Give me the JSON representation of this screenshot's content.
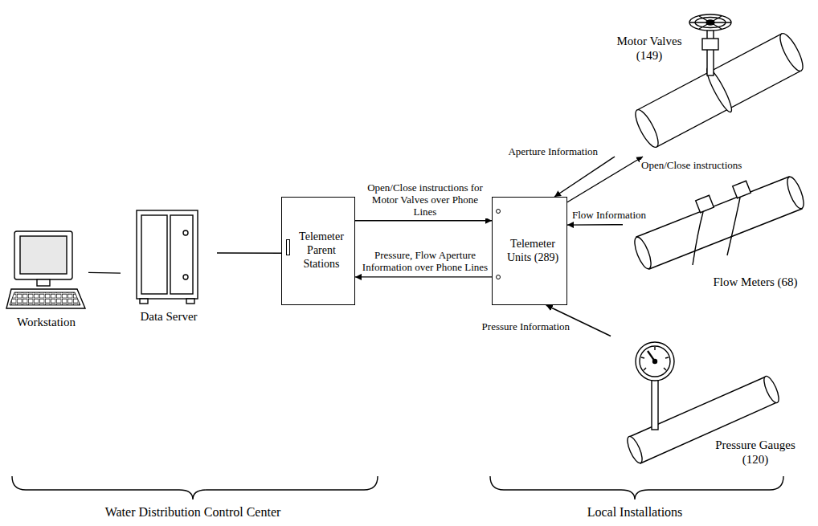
{
  "diagram": {
    "nodes": [
      {
        "text": [
          "Workstation"
        ]
      },
      {
        "text": [
          "Data Server"
        ]
      },
      {
        "text": [
          "Telemeter Parent Stations"
        ]
      },
      {
        "text": [
          "Telemeter Units (289)"
        ]
      },
      {
        "text": [
          "Motor Valves (149)"
        ]
      },
      {
        "text": [
          "Flow Meters (68)"
        ]
      },
      {
        "text": [
          "Pressure Gauges (120)"
        ]
      }
    ],
    "edges": [
      {
        "from": 0,
        "to": 1,
        "arrow": "none"
      },
      {
        "from": 1,
        "to": 2,
        "arrow": "none"
      },
      {
        "from": 2,
        "to": 3,
        "label": "Open/Close instructions for Motor Valves over Phone Lines",
        "arrow": "to"
      },
      {
        "from": 3,
        "to": 2,
        "label": "Pressure, Flow Aperture Information over Phone Lines",
        "arrow": "to"
      },
      {
        "from": 4,
        "to": 3,
        "label": "Aperture Information",
        "arrow": "to"
      },
      {
        "from": 3,
        "to": 4,
        "label": "Open/Close instructions",
        "arrow": "to"
      },
      {
        "from": 5,
        "to": 3,
        "label": "Flow Information",
        "arrow": "to"
      },
      {
        "from": 6,
        "to": 3,
        "label": "Pressure Information",
        "arrow": "to"
      }
    ],
    "labels": [
      "Water Distribution Control Center",
      "Local Installations"
    ]
  }
}
